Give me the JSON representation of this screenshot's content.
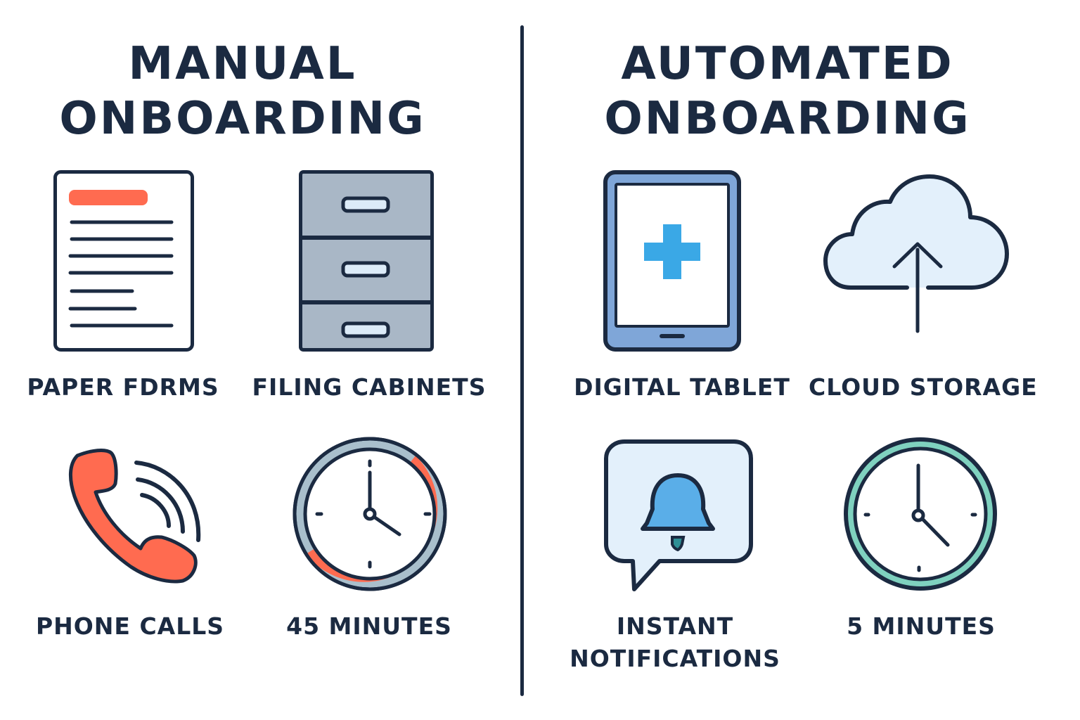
{
  "left_panel": {
    "title_line1": "MANUAL",
    "title_line2": "ONBOARDING",
    "items": [
      {
        "label": "PAPER FDRMS",
        "icon": "document-icon"
      },
      {
        "label": "FILING CABINETS",
        "icon": "filing-cabinet-icon"
      },
      {
        "label": "PHONE CALLS",
        "icon": "phone-icon"
      },
      {
        "label": "45 MINUTES",
        "icon": "clock-icon"
      }
    ]
  },
  "right_panel": {
    "title_line1": "AUTOMATED",
    "title_line2": "ONBOARDING",
    "items": [
      {
        "label": "DIGITAL TABLET",
        "icon": "tablet-icon"
      },
      {
        "label": "CLOUD STORAGE",
        "icon": "cloud-upload-icon"
      },
      {
        "label_line1": "INSTANT",
        "label_line2": "NOTIFICATIONS",
        "icon": "notification-bell-icon"
      },
      {
        "label": "5 MINUTES",
        "icon": "clock-icon"
      }
    ]
  },
  "colors": {
    "ink": "#1b2a41",
    "manual_accent": "#ff6b50",
    "cabinet_gray": "#a9b7c6",
    "tablet_blue": "#7fa6d8",
    "plus_blue": "#3aa8e6",
    "light_blue_fill": "#e3f0fb",
    "bell_blue": "#5aaee8",
    "teal_ring": "#7fd1bf"
  }
}
